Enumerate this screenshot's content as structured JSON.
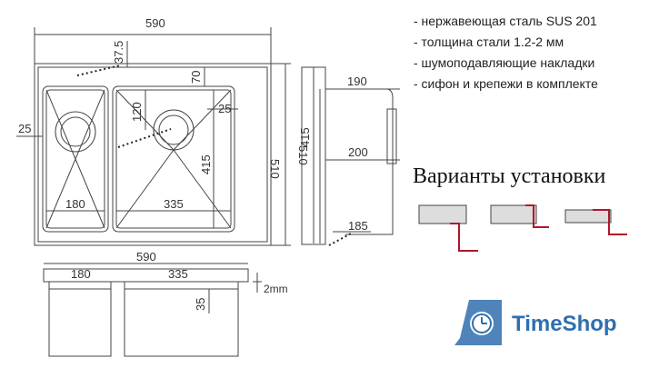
{
  "specs": [
    "- нержавеющая сталь SUS 201",
    "- толщина стали 1.2-2 мм",
    "- шумоподавляющие накладки",
    "- сифон и крепежи в комплекте"
  ],
  "variants_title": "Варианты установки",
  "brand": {
    "name": "TimeShop",
    "color": "#2f6fae"
  },
  "dimensions": {
    "top_width": "590",
    "depth_total": "510",
    "left_offset": "25",
    "drain_dist": "37.5",
    "edge_70": "70",
    "inner_120": "120",
    "right_25": "25",
    "bowl_depth": "415",
    "bowl_left_width": "180",
    "bowl_right_width": "335",
    "side_top_190": "190",
    "side_510": "510",
    "side_415": "415",
    "side_200": "200",
    "side_185": "185",
    "front_width": "590",
    "front_180": "180",
    "front_335": "335",
    "thickness": "2mm",
    "front_35": "35"
  },
  "accent_color": "#b0162a"
}
